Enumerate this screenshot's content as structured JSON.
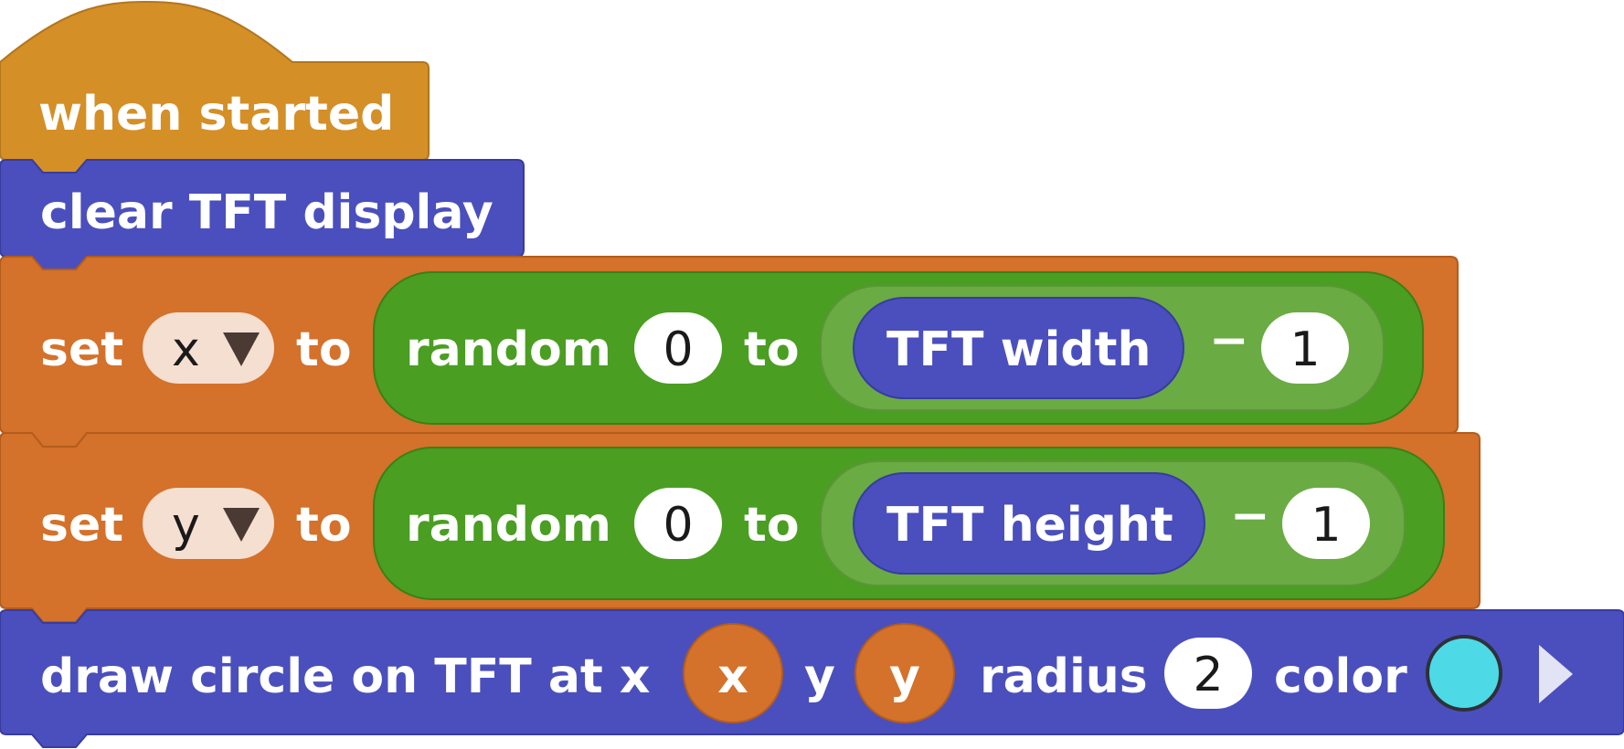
{
  "colors": {
    "event": "#d48f27",
    "tft": "#4a4fbd",
    "variables": "#d4712a",
    "operators": "#4a9e22",
    "operators_inner": "#6aab43",
    "var_dropdown": "#f5dfd1",
    "number_slot": "#ffffff",
    "circle_color": "#4ed9e6"
  },
  "blocks": {
    "hat": {
      "label": "when started"
    },
    "clear": {
      "label": "clear TFT display"
    },
    "set_x": {
      "set_label": "set",
      "var": "x",
      "to_label": "to",
      "random_label": "random",
      "from": "0",
      "random_to": "to",
      "reporter": "TFT width",
      "minus": "−",
      "subtrahend": "1"
    },
    "set_y": {
      "set_label": "set",
      "var": "y",
      "to_label": "to",
      "random_label": "random",
      "from": "0",
      "random_to": "to",
      "reporter": "TFT height",
      "minus": "−",
      "subtrahend": "1"
    },
    "draw": {
      "label": "draw circle on TFT at x",
      "x_var": "x",
      "y_label": "y",
      "y_var": "y",
      "radius_label": "radius",
      "radius": "2",
      "color_label": "color"
    }
  },
  "icons": {
    "dropdown": "triangle-down-icon",
    "expand": "triangle-right-icon"
  }
}
